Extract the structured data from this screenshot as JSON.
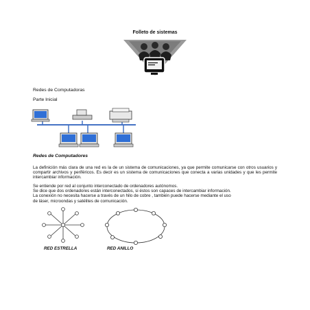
{
  "brochure_title": "Folleto de sistemas",
  "section": {
    "title": "Redes de Computadoras",
    "subtitle": "Parte Inicial"
  },
  "article": {
    "heading": "Redes de Computadores",
    "paragraph1": "La definición más clara de una red es la de un sistema de comunicaciones, ya que permite comunicarse con otros usuarios y compartir archivos y periféricos. Es decir es un sistema de comunicaciones que conecta a varias unidades y que les permite intercambiar información.",
    "paragraph2_lines": [
      "Se entiende por red al conjunto interconectado de ordenadores autónomos.",
      "Se dice que dos ordenadores están interconectados, si éstos son capaces de intercambiar información.",
      "La conexión no necesita hacerse a través de un hilo de cobre , también puede hacerse mediante el uso",
      "de láser, microondas y satélites de comunicación."
    ]
  },
  "diagrams": {
    "star_label": "RED ESTRELLA",
    "ring_label": "RED ANILLO"
  },
  "colors": {
    "screen_blue": "#2f6fd6",
    "bus_line": "#4472c4"
  }
}
